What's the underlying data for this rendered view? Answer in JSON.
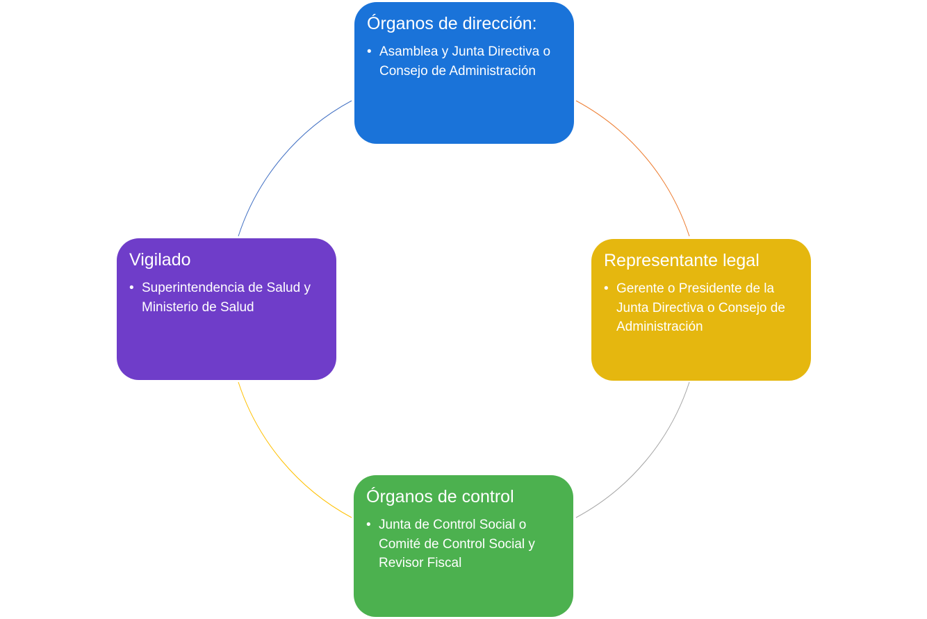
{
  "colors": {
    "top": "#1a73d9",
    "right": "#e5b70f",
    "bottom": "#4cb14f",
    "left": "#6f3dc9",
    "arc_top_left": "#4472c4",
    "arc_top_right": "#ed7d31",
    "arc_bottom_right": "#a5a5a5",
    "arc_bottom_left": "#ffc000"
  },
  "nodes": {
    "top": {
      "title": "Órganos de dirección:",
      "bullet": "Asamblea y Junta Directiva o Consejo de Administración"
    },
    "right": {
      "title": "Representante legal",
      "bullet": "Gerente o Presidente de la Junta Directiva o Consejo de Administración"
    },
    "bottom": {
      "title": "Órganos de control",
      "bullet": "Junta de Control Social o Comité de Control Social y Revisor Fiscal"
    },
    "left": {
      "title": "Vigilado",
      "bullet": "Superintendencia de Salud y Ministerio de Salud"
    }
  }
}
